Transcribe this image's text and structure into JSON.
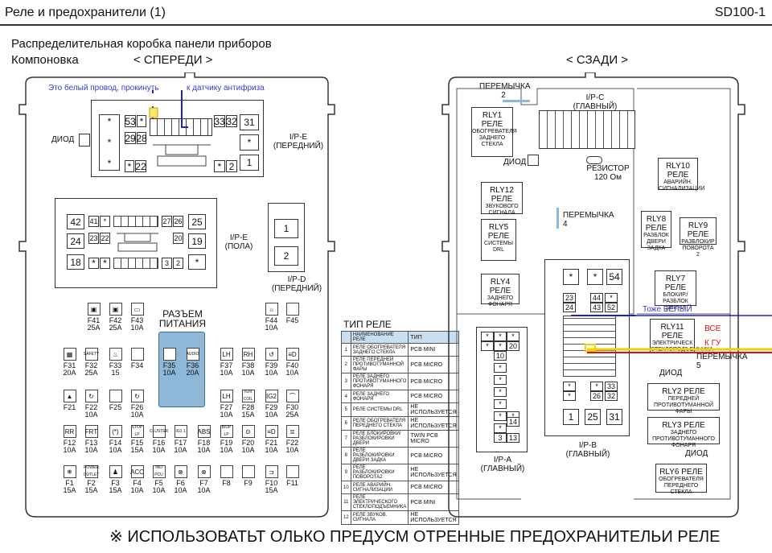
{
  "header": {
    "title": "Реле и предохранители (1)",
    "code": "SD100-1"
  },
  "front": {
    "subtitle": "Распределительная коробка  панели приборов",
    "layout": "Компоновка",
    "view": "< СПЕРЕДИ >",
    "note_wire": "Это белый провод, прокинуть",
    "note_sensor": "к датчику антифриза",
    "diode": "ДИОД",
    "ipe_front": "I/P-E\n(ПЕРЕДНИЙ)",
    "ipe_floor": "I/P-E\n(ПОЛА)",
    "ipd_front": "I/P-D\n(ПЕРЕДНИЙ)",
    "ipd_pins": [
      "1",
      "2"
    ],
    "conn_top_left": [
      "53",
      "*",
      "29",
      "28",
      "*",
      "*",
      "22"
    ],
    "conn_top_right": [
      "33",
      "32",
      "31",
      "*",
      "*",
      "2",
      "1"
    ],
    "conn_floor_left": [
      "42",
      "41",
      "*",
      "24",
      "23",
      "22",
      "18",
      "*",
      "*"
    ],
    "conn_floor_right": [
      "27",
      "26",
      "25",
      "20",
      "19",
      "3",
      "2",
      "*"
    ],
    "power_connector": "РАЗЪЕМ\nПИТАНИЯ",
    "fuses": [
      {
        "name": "F41",
        "amp": "25A",
        "icon": "▣"
      },
      {
        "name": "F42",
        "amp": "25A",
        "icon": "▣"
      },
      {
        "name": "F43",
        "amp": "10A",
        "icon": "▭"
      },
      {
        "name": "F44",
        "amp": "10A",
        "icon": "☼"
      },
      {
        "name": "F45",
        "amp": "",
        "icon": ""
      },
      {
        "name": "F31",
        "amp": "20A",
        "icon": "▦"
      },
      {
        "name": "F32",
        "amp": "25A",
        "icon": "SAFETY"
      },
      {
        "name": "F33",
        "amp": "15",
        "icon": "♨"
      },
      {
        "name": "F34",
        "amp": "",
        "icon": ""
      },
      {
        "name": "F35",
        "amp": "10A",
        "icon": ""
      },
      {
        "name": "F36",
        "amp": "20A",
        "icon": "AUDIO"
      },
      {
        "name": "F37",
        "amp": "10A",
        "icon": "LH"
      },
      {
        "name": "F38",
        "amp": "10A",
        "icon": "RH"
      },
      {
        "name": "F39",
        "amp": "10A",
        "icon": "↺"
      },
      {
        "name": "F40",
        "amp": "10A",
        "icon": "≡D"
      },
      {
        "name": "F21",
        "amp": "",
        "icon": "▲"
      },
      {
        "name": "F22",
        "amp": "10A",
        "icon": "↻"
      },
      {
        "name": "F25",
        "amp": "",
        "icon": ""
      },
      {
        "name": "F26",
        "amp": "10A",
        "icon": "↻"
      },
      {
        "name": "F27",
        "amp": "10A",
        "icon": "LH"
      },
      {
        "name": "F28",
        "amp": "15A",
        "icon": "IGN COIL"
      },
      {
        "name": "F29",
        "amp": "10A",
        "icon": "IG2"
      },
      {
        "name": "F30",
        "amp": "25A",
        "icon": "⌒"
      },
      {
        "name": "F12",
        "amp": "10A",
        "icon": "RR"
      },
      {
        "name": "F13",
        "amp": "10A",
        "icon": "FRT"
      },
      {
        "name": "F14",
        "amp": "10A",
        "icon": "(*)"
      },
      {
        "name": "F15",
        "amp": "15A",
        "icon": "STOP LP"
      },
      {
        "name": "F16",
        "amp": "10A",
        "icon": "CLUSTER"
      },
      {
        "name": "F17",
        "amp": "10A",
        "icon": "IG1 1"
      },
      {
        "name": "F18",
        "amp": "10A",
        "icon": "ABS"
      },
      {
        "name": "F19",
        "amp": "10A",
        "icon": "B/UP LP"
      },
      {
        "name": "F20",
        "amp": "10A",
        "icon": "⊙"
      },
      {
        "name": "F21",
        "amp": "10A",
        "icon": "≡D"
      },
      {
        "name": "F22",
        "amp": "10A",
        "icon": "≣"
      },
      {
        "name": "F1",
        "amp": "15A",
        "icon": "❄"
      },
      {
        "name": "F2",
        "amp": "15A",
        "icon": "POWER OUTLET"
      },
      {
        "name": "F3",
        "amp": "15A",
        "icon": "♟"
      },
      {
        "name": "F4",
        "amp": "10A",
        "icon": "ACC"
      },
      {
        "name": "F5",
        "amp": "10A",
        "icon": "IND PCU"
      },
      {
        "name": "F6",
        "amp": "10A",
        "icon": "⊗"
      },
      {
        "name": "F7",
        "amp": "10A",
        "icon": "⊗"
      },
      {
        "name": "F8",
        "amp": "",
        "icon": ""
      },
      {
        "name": "F9",
        "amp": "",
        "icon": ""
      },
      {
        "name": "F10",
        "amp": "15A",
        "icon": "⊐"
      },
      {
        "name": "F11",
        "amp": "",
        "icon": ""
      }
    ]
  },
  "rear": {
    "view": "< СЗАДИ >",
    "jumper2": "ПЕРЕМЫЧКА\n2",
    "ipc": "I/P-C\n(ГЛАВНЫЙ)",
    "resistor": "РЕЗИСТОР\n120 Ом",
    "diode": "ДИОД",
    "jumper4": "ПЕРЕМЫЧКА\n4",
    "jumper5": "ПЕРЕМЫЧКА\n5",
    "ipa": "I/P-A\n(ГЛАВНЫЙ)",
    "ipb": "I/P-B\n(ГЛАВНЫЙ)",
    "annot_white": "Тоже БЕЛЫЙ",
    "annot_all": "ВСЕ\nК ГУ",
    "diode2": "ДИОД",
    "diode3": "ДИОД",
    "relays": [
      {
        "name": "RLY1",
        "sub": "РЕЛЕ",
        "desc": "ОБОГРЕВАТЕЛЯ\nЗАДНЕГО\nСТЕКЛА"
      },
      {
        "name": "RLY12",
        "sub": "РЕЛЕ",
        "desc": "ЗВУКОВОГО\nСИГНАЛА"
      },
      {
        "name": "RLY5",
        "sub": "РЕЛЕ",
        "desc": "СИСТЕМЫ\nDRL"
      },
      {
        "name": "RLY4",
        "sub": "РЕЛЕ",
        "desc": "ЗАДНЕГО\nФОНАРЯ"
      },
      {
        "name": "RLY10",
        "sub": "РЕЛЕ",
        "desc": "АВАРИЙН.\nСИГНАЛИЗАЦИИ"
      },
      {
        "name": "RLY8",
        "sub": "РЕЛЕ",
        "desc": "РАЗБЛОК\nДВЕРИ\nЗАДКА"
      },
      {
        "name": "RLY9",
        "sub": "РЕЛЕ",
        "desc": "РАЗБЛОКИР\nПОВОРОТА 2"
      },
      {
        "name": "RLY7",
        "sub": "РЕЛЕ",
        "desc": "БЛОКИР./\nРАЗБЛОК\nДВЕРИ"
      },
      {
        "name": "RLY11",
        "sub": "РЕЛЕ",
        "desc": "ЭЛЕКТРИЧЕСК\nСТЕКЛОПОДЪЕМНИКА"
      },
      {
        "name": "RLY2",
        "sub": "РЕЛЕ",
        "desc": "ПЕРЕДНЕЙ ПРОТИВОТУМАННОЙ\nФАРЫ"
      },
      {
        "name": "RLY3",
        "sub": "РЕЛЕ",
        "desc": "ЗАДНЕГО ПРОТИВОТУМАННОГО\nФОНАРЯ"
      },
      {
        "name": "RLY6",
        "sub": "РЕЛЕ",
        "desc": "ОБОГРЕВАТЕЛЯ\nПЕРЕДНЕГО СТЕКЛА"
      }
    ],
    "ipa_pins": [
      "*",
      "*",
      "*",
      "*",
      "*",
      "20",
      "10",
      "*",
      "*",
      "*",
      "*",
      "*",
      "*",
      "*",
      "14",
      "3",
      "13"
    ],
    "ipb_pins": [
      "*",
      "*",
      "54",
      "23",
      "44",
      "*",
      "24",
      "43",
      "52",
      "*",
      "*",
      "33",
      "*",
      "26",
      "32",
      "1",
      "25",
      "31"
    ]
  },
  "relay_types": {
    "title": "ТИП РЕЛЕ",
    "head": [
      "НАИМЕНОВАНИЕ РЕЛЕ",
      "ТИП"
    ],
    "rows": [
      {
        "n": "1",
        "name": "РЕЛЕ ОБОГРЕВАТЕЛЯ ЗАДНЕГО СТЕКЛА",
        "type": "PCB MINI"
      },
      {
        "n": "2",
        "name": "РЕЛЕ ПЕРЕДНЕЙ ПРОТИВОТУМАННОЙ ФАРЫ",
        "type": "PCB MICRO"
      },
      {
        "n": "3",
        "name": "РЕЛЕ ЗАДНЕГО ПРОТИВОТУМАННОГО ФОНАРЯ",
        "type": "PCB MICRO"
      },
      {
        "n": "4",
        "name": "РЕЛЕ ЗАДНЕГО ФОНАРЯ",
        "type": "PCB MICRO"
      },
      {
        "n": "5",
        "name": "РЕЛЕ СИСТЕМЫ DRL",
        "type": "НЕ ИСПОЛЬЗУЕТСЯ"
      },
      {
        "n": "6",
        "name": "РЕЛЕ ОБОГРЕВАТЕЛЯ ПЕРЕДНЕГО СТЕКЛА",
        "type": "НЕ ИСПОЛЬЗУЕТСЯ"
      },
      {
        "n": "7",
        "name": "РЕЛЕ БЛОКИРОВКИ/РАЗБЛОКИРОВКИ ДВЕРИ",
        "type": "TWIN PCB MICRO"
      },
      {
        "n": "8",
        "name": "РЕЛЕ РАЗБЛОКИРОВКИ ДВЕРИ ЗАДКА",
        "type": "PCB MICRO"
      },
      {
        "n": "9",
        "name": "РЕЛЕ РАЗБЛОКИРОВКИ ПОВОРОТА2",
        "type": "НЕ ИСПОЛЬЗУЕТСЯ"
      },
      {
        "n": "10",
        "name": "РЕЛЕ АВАРИЙН. СИГНАЛИЗАЦИИ",
        "type": "PCB MICRO"
      },
      {
        "n": "11",
        "name": "РЕЛЕ ЭЛЕКТРИЧЕСКОГО СТЕКЛОПОДЪЕМНИКА",
        "type": "PCB MINI"
      },
      {
        "n": "12",
        "name": "РЕЛЕ ЗВУКОВ. СИГНАЛА",
        "type": "НЕ ИСПОЛЬЗУЕТСЯ"
      }
    ]
  },
  "footer": "※ ИСПОЛЬЗОВАТЬТ ОЛЬКО ПРЕДУСМ ОТРЕННЫЕ ПРЕДОХРАНИТЕЛЬИ РЕЛЕ",
  "colors": {
    "annotation_blue": "#3b3bd0",
    "wire_blue": "#2020c0",
    "wire_red": "#e01010",
    "wire_yellow": "#f0d000",
    "connector_blue": "#8fb8d8",
    "table_head": "#c9dff0"
  }
}
